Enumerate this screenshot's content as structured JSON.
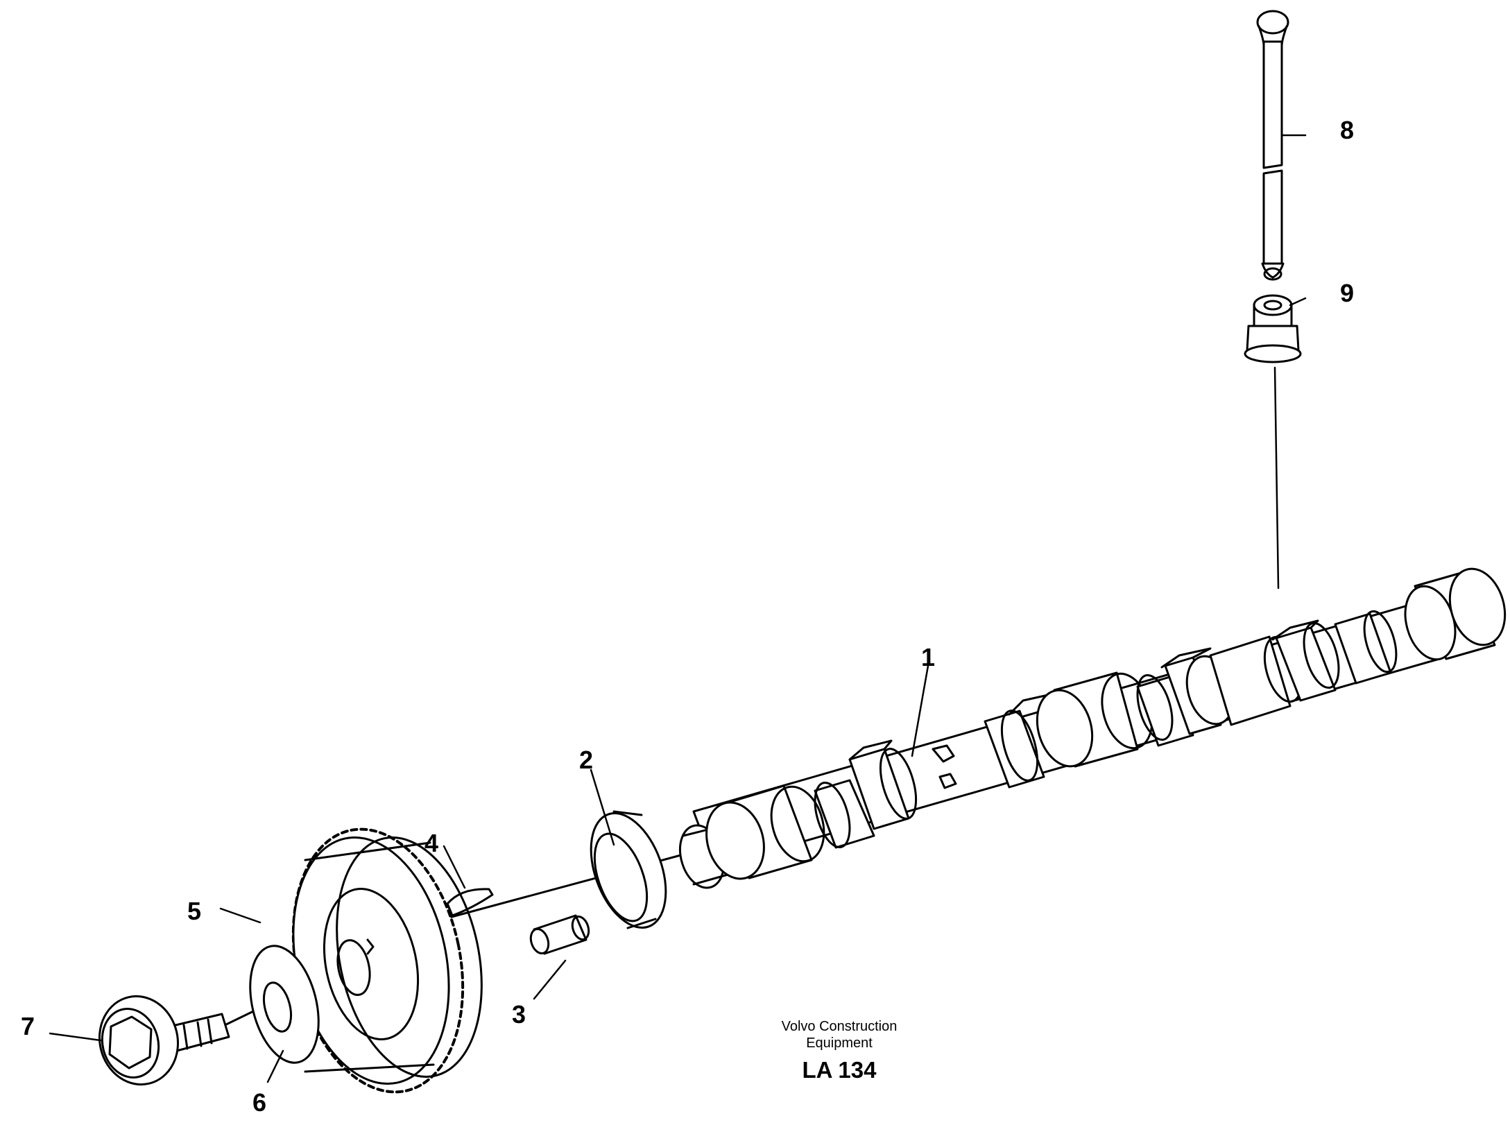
{
  "callouts": [
    {
      "id": "1",
      "label": "1"
    },
    {
      "id": "2",
      "label": "2"
    },
    {
      "id": "3",
      "label": "3"
    },
    {
      "id": "4",
      "label": "4"
    },
    {
      "id": "5",
      "label": "5"
    },
    {
      "id": "6",
      "label": "6"
    },
    {
      "id": "7",
      "label": "7"
    },
    {
      "id": "8",
      "label": "8"
    },
    {
      "id": "9",
      "label": "9"
    }
  ],
  "caption": {
    "organization_line1": "Volvo Construction",
    "organization_line2": "Equipment",
    "code": "LA 134"
  },
  "colors": {
    "line": "#000000",
    "background": "#ffffff"
  }
}
